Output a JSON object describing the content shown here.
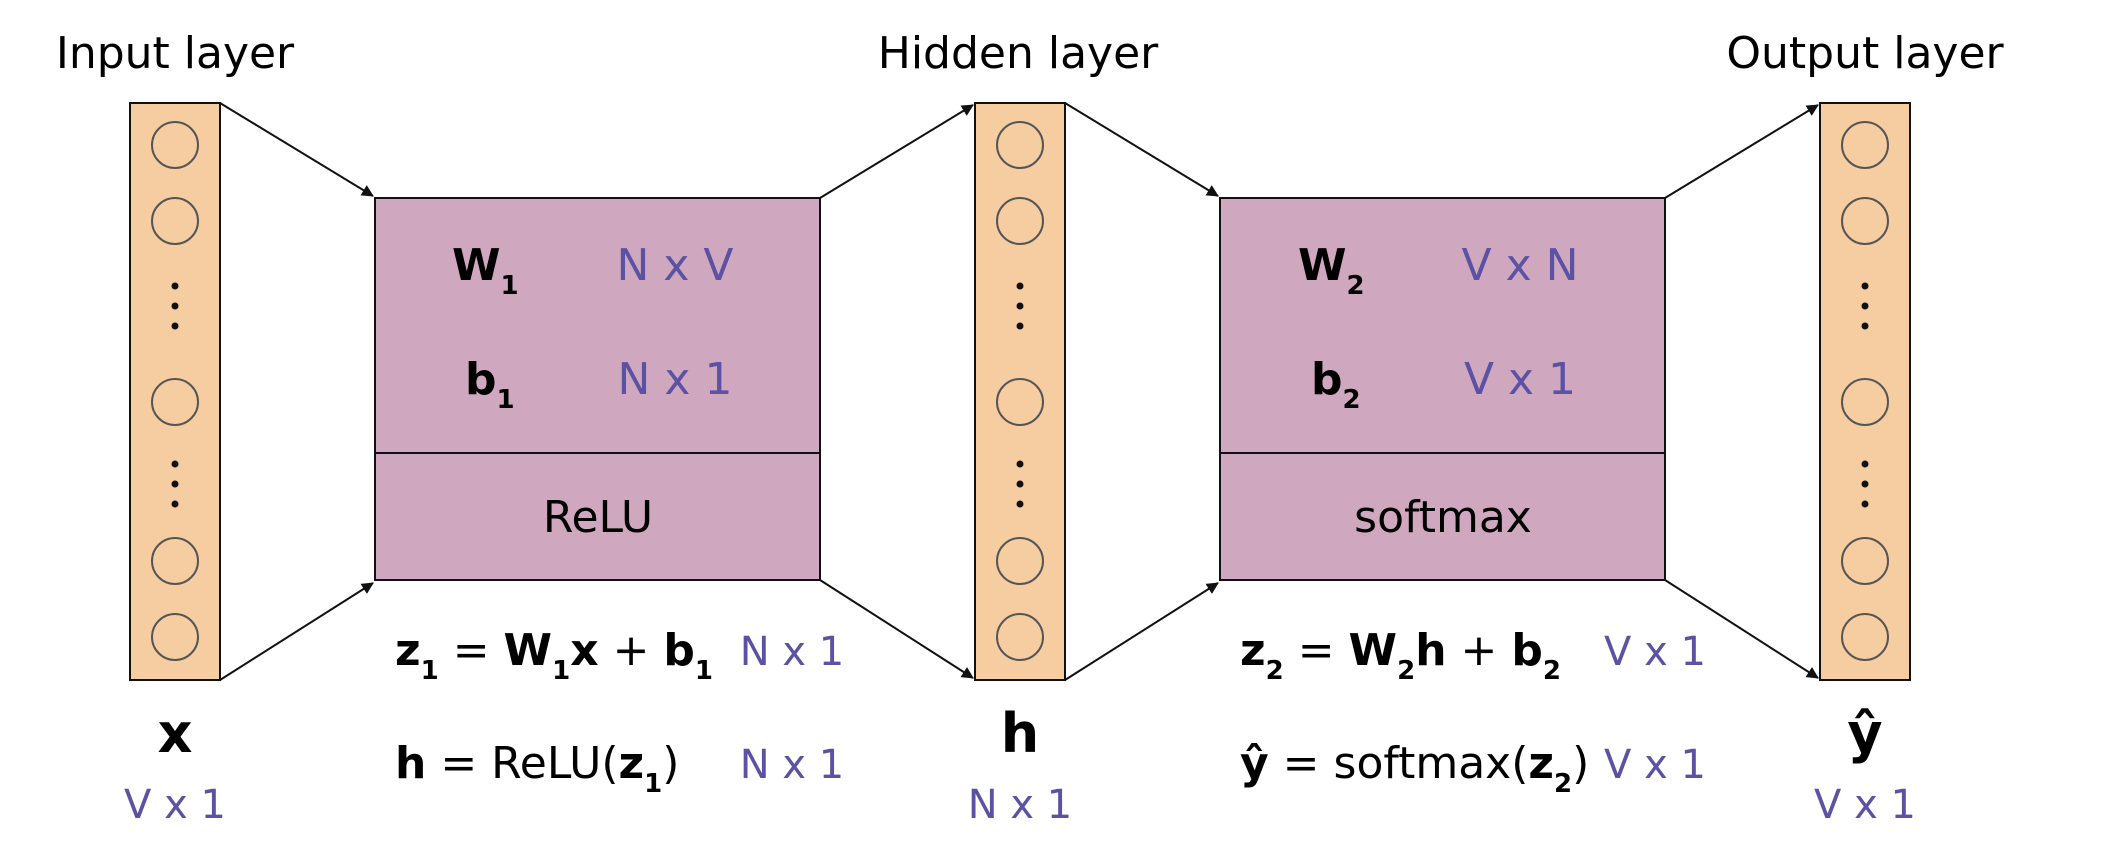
{
  "layers": {
    "input": {
      "title": "Input layer",
      "var": "x",
      "dim": "V x 1"
    },
    "hidden": {
      "title": "Hidden layer",
      "var": "h",
      "dim": "N x 1"
    },
    "output": {
      "title": "Output layer",
      "var": "ŷ",
      "dim": "V x 1"
    }
  },
  "block1": {
    "w": "W",
    "w_sub": "1",
    "w_dim": "N x V",
    "b": "b",
    "b_sub": "1",
    "b_dim": "N x 1",
    "activation": "ReLU"
  },
  "block2": {
    "w": "W",
    "w_sub": "2",
    "w_dim": "V x N",
    "b": "b",
    "b_sub": "2",
    "b_dim": "V x 1",
    "activation": "softmax"
  },
  "eq1": {
    "z": "z",
    "z_sub": "1",
    "eq": " = ",
    "w": "W",
    "w_sub": "1",
    "x": "x",
    "plus": " + ",
    "b": "b",
    "b_sub": "1",
    "dim": "N x 1"
  },
  "eq2": {
    "h": "h",
    "eq": " = ReLU(",
    "z": "z",
    "z_sub": "1",
    "close": ")",
    "dim": "N x 1"
  },
  "eq3": {
    "z": "z",
    "z_sub": "2",
    "eq": " = ",
    "w": "W",
    "w_sub": "2",
    "h": "h",
    "plus": " + ",
    "b": "b",
    "b_sub": "2",
    "dim": "V x 1"
  },
  "eq4": {
    "y": "ŷ",
    "eq": " = softmax(",
    "z": "z",
    "z_sub": "2",
    "close": ")",
    "dim": "V x 1"
  },
  "colors": {
    "layer_fill": "#f6cda1",
    "block_fill": "#cfa8c0",
    "dim_text": "#5c52a3"
  }
}
